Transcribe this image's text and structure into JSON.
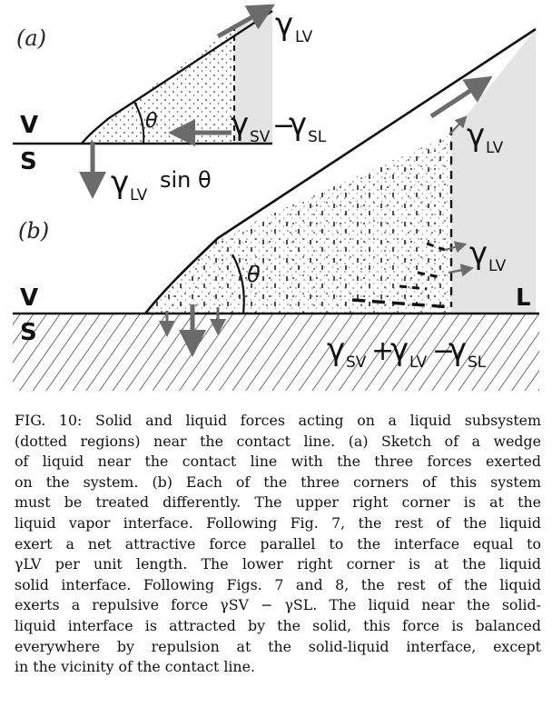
{
  "figure": {
    "panel_a": {
      "label": "(a)",
      "phase_top": "V",
      "phase_bottom": "S",
      "theta": "θ",
      "gamma_lv": "γ",
      "gamma_lv_sub": "LV",
      "gamma_sv": "γ",
      "gamma_sv_sub": "SV",
      "minus": "−",
      "gamma_sl": "γ",
      "gamma_sl_sub": "SL",
      "vertical_force": "γ",
      "vertical_force_sub": "LV",
      "vertical_force_tail": "sin θ"
    },
    "panel_b": {
      "label": "(b)",
      "phase_top": "V",
      "phase_bottom": "S",
      "phase_liquid": "L",
      "theta": "θ",
      "gamma_lv_upper": "γ",
      "gamma_lv_upper_sub": "LV",
      "gamma_lv_lower": "γ",
      "gamma_lv_lower_sub": "LV",
      "balance_g1": "γ",
      "balance_s1": "SV",
      "balance_op1": "+",
      "balance_g2": "γ",
      "balance_s2": "LV",
      "balance_op2": "−",
      "balance_g3": "γ",
      "balance_s3": "SL"
    },
    "colors": {
      "ink": "#111111",
      "arrow": "#6b6b6b",
      "liquid_shade": "#e4e4e4"
    }
  },
  "caption": {
    "lines": [
      "FIG. 10: Solid and liquid forces acting on a liquid subsystem",
      "(dotted regions) near the contact line.  (a) Sketch of a wedge",
      "of liquid near the contact line with the three forces exerted",
      "on the system.  (b) Each of the three corners of this system",
      "must be treated differently. The upper right corner is at the",
      "liquid vapor interface. Following Fig. 7, the rest of the liquid",
      "exert a net attractive force parallel to the interface equal to",
      "γLV per unit length.  The lower right corner is at the liquid",
      "solid interface. Following Figs. 7 and 8, the rest of the liquid",
      "exerts a repulsive force γSV − γSL. The liquid near the solid-",
      "liquid interface is attracted by the solid, this force is balanced",
      "everywhere by repulsion at the solid-liquid interface, except",
      "in the vicinity of the contact line."
    ]
  }
}
